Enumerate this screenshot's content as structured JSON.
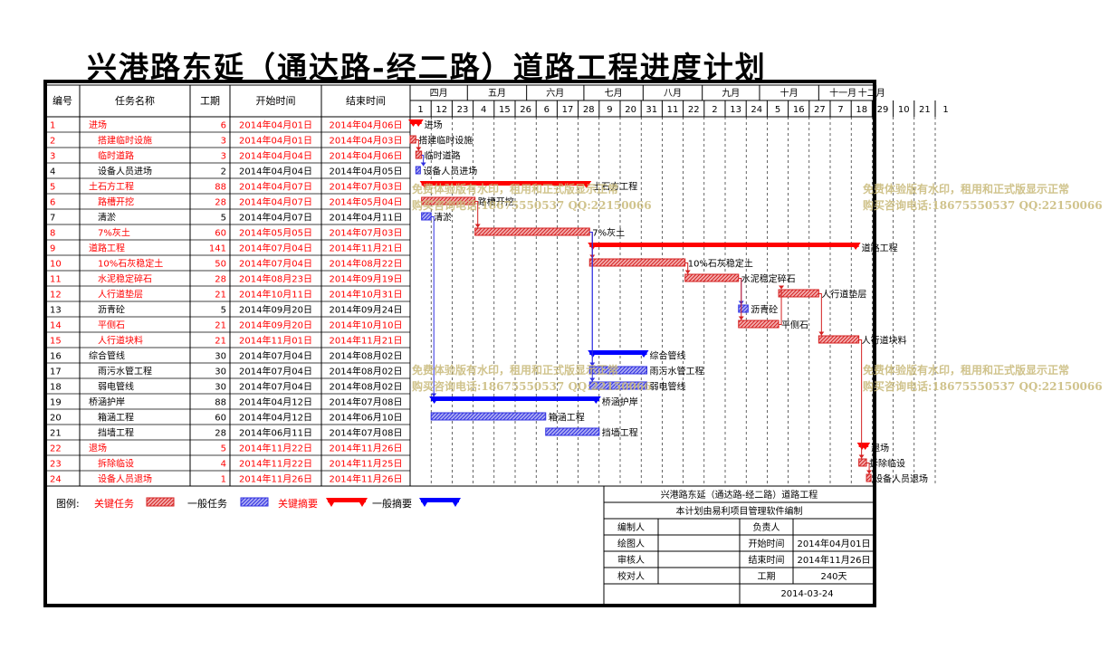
{
  "title": "兴港路东延（通达路-经二路）道路工程进度计划",
  "table_headers": {
    "id": "编号",
    "name": "任务名称",
    "duration": "工期",
    "start": "开始时间",
    "end": "结束时间"
  },
  "months": [
    "四月",
    "五月",
    "六月",
    "七月",
    "八月",
    "九月",
    "十月",
    "十一月",
    "十二月"
  ],
  "timescale_days": [
    "1",
    "12",
    "23",
    "4",
    "15",
    "26",
    "6",
    "17",
    "28",
    "9",
    "20",
    "31",
    "11",
    "22",
    "2",
    "13",
    "24",
    "5",
    "16",
    "27",
    "7",
    "18",
    "29",
    "10",
    "21",
    "1"
  ],
  "colors": {
    "critical": "#ff0000",
    "normal": "#000000",
    "critical_bar": "#d42020",
    "normal_bar": "#2f2fe0",
    "summary_normal": "#0000ff",
    "watermark": "#c8b878"
  },
  "chart_data": {
    "type": "gantt",
    "x_start": "2014-04-01",
    "tasks": [
      {
        "id": "1",
        "name": "进场",
        "level": 0,
        "duration": "6",
        "start": "2014年04月01日",
        "end": "2014年04月06日",
        "s": "2014-04-01",
        "e": "2014-04-06",
        "kind": "summary",
        "critical": true
      },
      {
        "id": "2",
        "name": "搭建临时设施",
        "level": 1,
        "duration": "3",
        "start": "2014年04月01日",
        "end": "2014年04月03日",
        "s": "2014-04-01",
        "e": "2014-04-03",
        "kind": "task",
        "critical": true
      },
      {
        "id": "3",
        "name": "临时道路",
        "level": 1,
        "duration": "3",
        "start": "2014年04月04日",
        "end": "2014年04月06日",
        "s": "2014-04-04",
        "e": "2014-04-06",
        "kind": "task",
        "critical": true
      },
      {
        "id": "4",
        "name": "设备人员进场",
        "level": 1,
        "duration": "2",
        "start": "2014年04月04日",
        "end": "2014年04月05日",
        "s": "2014-04-04",
        "e": "2014-04-05",
        "kind": "task",
        "critical": false
      },
      {
        "id": "5",
        "name": "土石方工程",
        "level": 0,
        "duration": "88",
        "start": "2014年04月07日",
        "end": "2014年07月03日",
        "s": "2014-04-07",
        "e": "2014-07-03",
        "kind": "summary",
        "critical": true
      },
      {
        "id": "6",
        "name": "路槽开挖",
        "level": 1,
        "duration": "28",
        "start": "2014年04月07日",
        "end": "2014年05月04日",
        "s": "2014-04-07",
        "e": "2014-05-04",
        "kind": "task",
        "critical": true
      },
      {
        "id": "7",
        "name": "清淤",
        "level": 1,
        "duration": "5",
        "start": "2014年04月07日",
        "end": "2014年04月11日",
        "s": "2014-04-07",
        "e": "2014-04-11",
        "kind": "task",
        "critical": false
      },
      {
        "id": "8",
        "name": "7%灰土",
        "level": 1,
        "duration": "60",
        "start": "2014年05月05日",
        "end": "2014年07月03日",
        "s": "2014-05-05",
        "e": "2014-07-03",
        "kind": "task",
        "critical": true
      },
      {
        "id": "9",
        "name": "道路工程",
        "level": 0,
        "duration": "141",
        "start": "2014年07月04日",
        "end": "2014年11月21日",
        "s": "2014-07-04",
        "e": "2014-11-21",
        "kind": "summary",
        "critical": true
      },
      {
        "id": "10",
        "name": "10%石灰稳定土",
        "level": 1,
        "duration": "50",
        "start": "2014年07月04日",
        "end": "2014年08月22日",
        "s": "2014-07-04",
        "e": "2014-08-22",
        "kind": "task",
        "critical": true
      },
      {
        "id": "11",
        "name": "水泥稳定碎石",
        "level": 1,
        "duration": "28",
        "start": "2014年08月23日",
        "end": "2014年09月19日",
        "s": "2014-08-23",
        "e": "2014-09-19",
        "kind": "task",
        "critical": true
      },
      {
        "id": "12",
        "name": "人行道垫层",
        "level": 1,
        "duration": "21",
        "start": "2014年10月11日",
        "end": "2014年10月31日",
        "s": "2014-10-11",
        "e": "2014-10-31",
        "kind": "task",
        "critical": true
      },
      {
        "id": "13",
        "name": "沥青砼",
        "level": 1,
        "duration": "5",
        "start": "2014年09月20日",
        "end": "2014年09月24日",
        "s": "2014-09-20",
        "e": "2014-09-24",
        "kind": "task",
        "critical": false
      },
      {
        "id": "14",
        "name": "平侧石",
        "level": 1,
        "duration": "21",
        "start": "2014年09月20日",
        "end": "2014年10月10日",
        "s": "2014-09-20",
        "e": "2014-10-10",
        "kind": "task",
        "critical": true
      },
      {
        "id": "15",
        "name": "人行道块料",
        "level": 1,
        "duration": "21",
        "start": "2014年11月01日",
        "end": "2014年11月21日",
        "s": "2014-11-01",
        "e": "2014-11-21",
        "kind": "task",
        "critical": true
      },
      {
        "id": "16",
        "name": "综合管线",
        "level": 0,
        "duration": "30",
        "start": "2014年07月04日",
        "end": "2014年08月02日",
        "s": "2014-07-04",
        "e": "2014-08-02",
        "kind": "summary",
        "critical": false
      },
      {
        "id": "17",
        "name": "雨污水管工程",
        "level": 1,
        "duration": "30",
        "start": "2014年07月04日",
        "end": "2014年08月02日",
        "s": "2014-07-04",
        "e": "2014-08-02",
        "kind": "task",
        "critical": false
      },
      {
        "id": "18",
        "name": "弱电管线",
        "level": 1,
        "duration": "30",
        "start": "2014年07月04日",
        "end": "2014年08月02日",
        "s": "2014-07-04",
        "e": "2014-08-02",
        "kind": "task",
        "critical": false
      },
      {
        "id": "19",
        "name": "桥涵护岸",
        "level": 0,
        "duration": "88",
        "start": "2014年04月12日",
        "end": "2014年07月08日",
        "s": "2014-04-12",
        "e": "2014-07-08",
        "kind": "summary",
        "critical": false
      },
      {
        "id": "20",
        "name": "箱涵工程",
        "level": 1,
        "duration": "60",
        "start": "2014年04月12日",
        "end": "2014年06月10日",
        "s": "2014-04-12",
        "e": "2014-06-10",
        "kind": "task",
        "critical": false
      },
      {
        "id": "21",
        "name": "挡墙工程",
        "level": 1,
        "duration": "28",
        "start": "2014年06月11日",
        "end": "2014年07月08日",
        "s": "2014-06-11",
        "e": "2014-07-08",
        "kind": "task",
        "critical": false
      },
      {
        "id": "22",
        "name": "退场",
        "level": 0,
        "duration": "5",
        "start": "2014年11月22日",
        "end": "2014年11月26日",
        "s": "2014-11-22",
        "e": "2014-11-26",
        "kind": "summary",
        "critical": true
      },
      {
        "id": "23",
        "name": "拆除临设",
        "level": 1,
        "duration": "4",
        "start": "2014年11月22日",
        "end": "2014年11月25日",
        "s": "2014-11-22",
        "e": "2014-11-25",
        "kind": "task",
        "critical": true
      },
      {
        "id": "24",
        "name": "设备人员退场",
        "level": 1,
        "duration": "1",
        "start": "2014年11月26日",
        "end": "2014年11月26日",
        "s": "2014-11-26",
        "e": "2014-11-26",
        "kind": "task",
        "critical": true
      }
    ]
  },
  "watermark": {
    "line1": "免费体验版有水印，租用和正式版显示正常",
    "line2": "购买咨询电话:18675550537 QQ:22150066"
  },
  "legend": {
    "label": "图例:",
    "critical_task": "关键任务",
    "normal_task": "一般任务",
    "critical_summary": "关键摘要",
    "normal_summary": "一般摘要"
  },
  "info_box": {
    "project": "兴港路东延（通达路-经二路）道路工程",
    "note": "本计划由易利项目管理软件编制",
    "compiler_label": "编制人",
    "responsible_label": "负责人",
    "drawer_label": "绘图人",
    "start_label": "开始时间",
    "start_value": "2014年04月01日",
    "reviewer_label": "审核人",
    "end_label": "结束时间",
    "end_value": "2014年11月26日",
    "checker_label": "校对人",
    "duration_label": "工期",
    "duration_value": "240天",
    "date": "2014-03-24"
  }
}
